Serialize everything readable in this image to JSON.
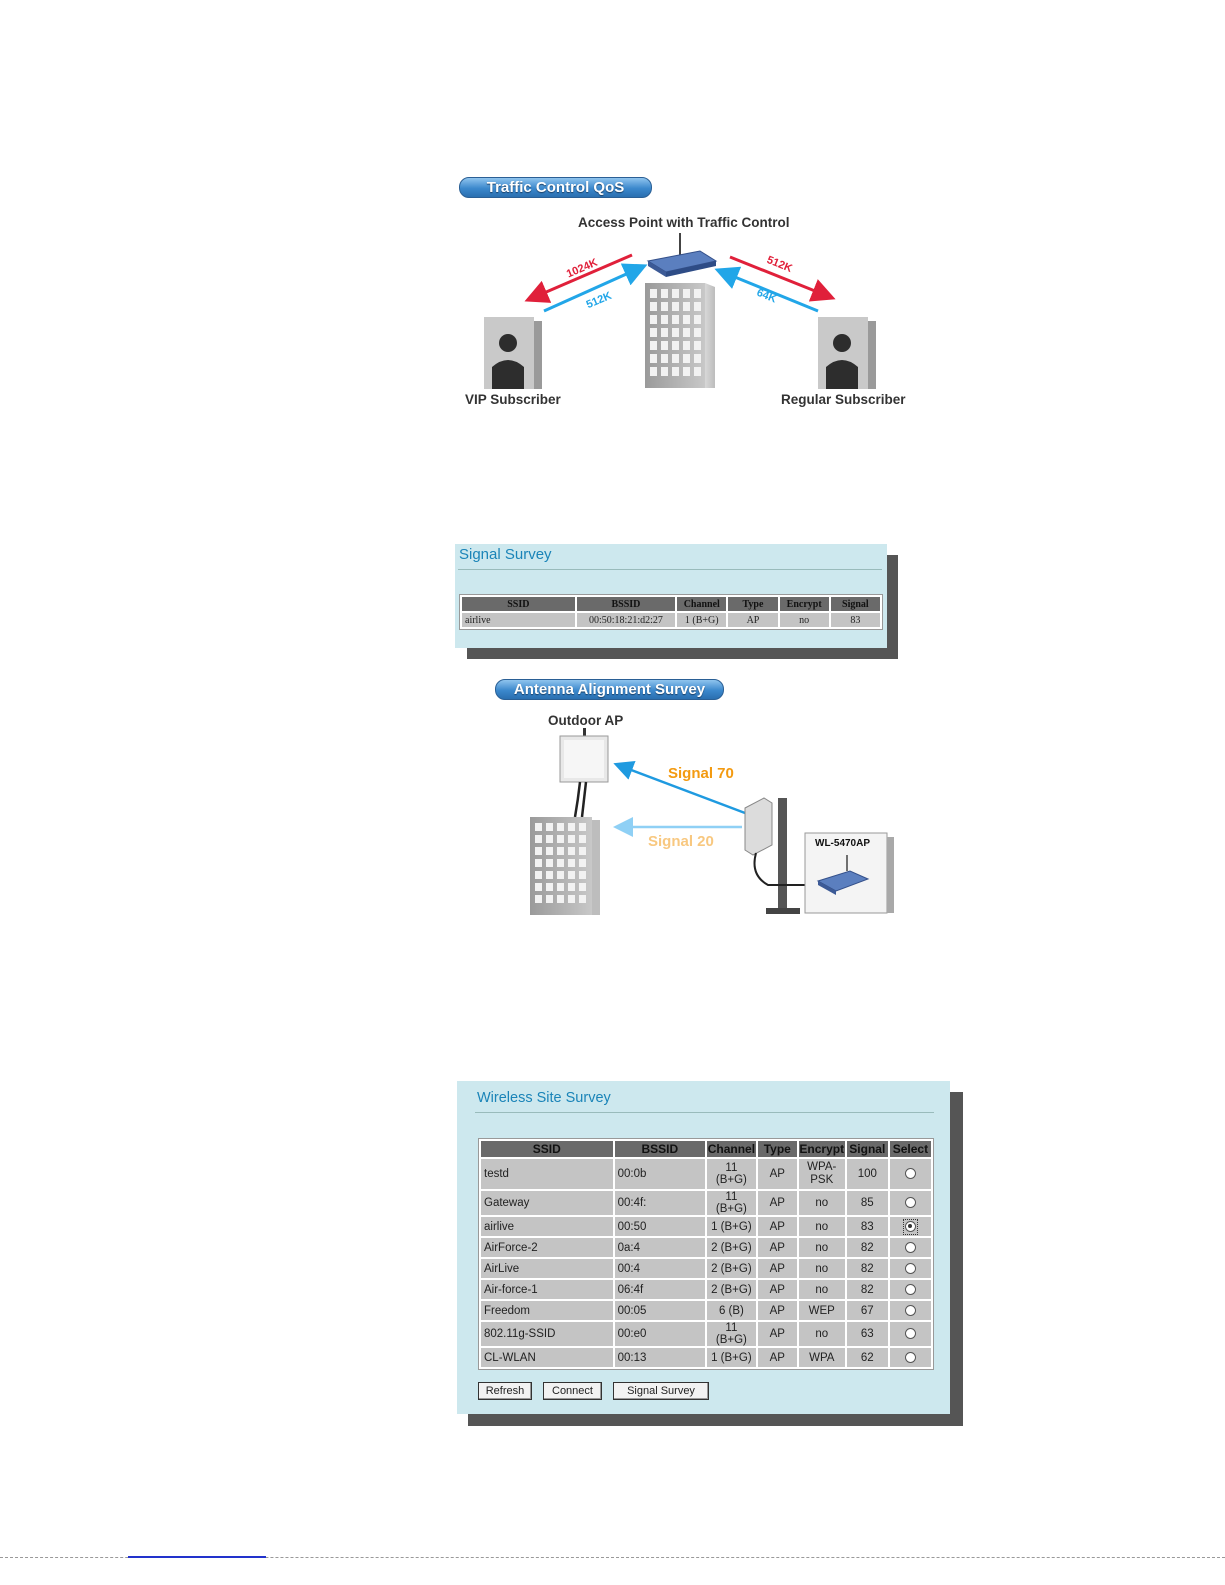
{
  "qos": {
    "badge": "Traffic Control QoS",
    "ap_label": "Access Point with Traffic Control",
    "vip_label": "VIP Subscriber",
    "regular_label": "Regular Subscriber",
    "vip_down": "1024K",
    "vip_up": "512K",
    "reg_down": "512K",
    "reg_up": "64K",
    "colors": {
      "down": "#e0203a",
      "up": "#22a6e8"
    }
  },
  "signal_survey": {
    "title": "Signal Survey",
    "columns": [
      "SSID",
      "BSSID",
      "Channel",
      "Type",
      "Encrypt",
      "Signal"
    ],
    "rows": [
      [
        "airlive",
        "00:50:18:21:d2:27",
        "1 (B+G)",
        "AP",
        "no",
        "83"
      ]
    ]
  },
  "antenna": {
    "badge": "Antenna Alignment Survey",
    "outdoor_label": "Outdoor AP",
    "signal_strong": "Signal 70",
    "signal_weak": "Signal 20",
    "device_label": "WL-5470AP",
    "colors": {
      "strong": "#f39a10",
      "weak": "#f8c880"
    }
  },
  "site_survey": {
    "title": "Wireless Site Survey",
    "columns": [
      "SSID",
      "BSSID",
      "Channel",
      "Type",
      "Encrypt",
      "Signal",
      "Select"
    ],
    "rows": [
      {
        "ssid": "testd",
        "bssid": "00:0b",
        "channel": "11 (B+G)",
        "type": "AP",
        "encrypt": "WPA-PSK",
        "signal": "100",
        "selected": false
      },
      {
        "ssid": "Gateway",
        "bssid": "00:4f:",
        "channel": "11 (B+G)",
        "type": "AP",
        "encrypt": "no",
        "signal": "85",
        "selected": false
      },
      {
        "ssid": "airlive",
        "bssid": "00:50",
        "channel": "1 (B+G)",
        "type": "AP",
        "encrypt": "no",
        "signal": "83",
        "selected": true
      },
      {
        "ssid": "AirForce-2",
        "bssid": "0a:4",
        "channel": "2 (B+G)",
        "type": "AP",
        "encrypt": "no",
        "signal": "82",
        "selected": false
      },
      {
        "ssid": "AirLive",
        "bssid": "00:4",
        "channel": "2 (B+G)",
        "type": "AP",
        "encrypt": "no",
        "signal": "82",
        "selected": false
      },
      {
        "ssid": "Air-force-1",
        "bssid": "06:4f",
        "channel": "2 (B+G)",
        "type": "AP",
        "encrypt": "no",
        "signal": "82",
        "selected": false
      },
      {
        "ssid": "Freedom",
        "bssid": "00:05",
        "channel": "6 (B)",
        "type": "AP",
        "encrypt": "WEP",
        "signal": "67",
        "selected": false
      },
      {
        "ssid": "802.11g-SSID",
        "bssid": "00:e0",
        "channel": "11 (B+G)",
        "type": "AP",
        "encrypt": "no",
        "signal": "63",
        "selected": false
      },
      {
        "ssid": "CL-WLAN",
        "bssid": "00:13",
        "channel": "1 (B+G)",
        "type": "AP",
        "encrypt": "WPA",
        "signal": "62",
        "selected": false
      }
    ],
    "buttons": {
      "refresh": "Refresh",
      "connect": "Connect",
      "signal_survey": "Signal Survey"
    }
  }
}
